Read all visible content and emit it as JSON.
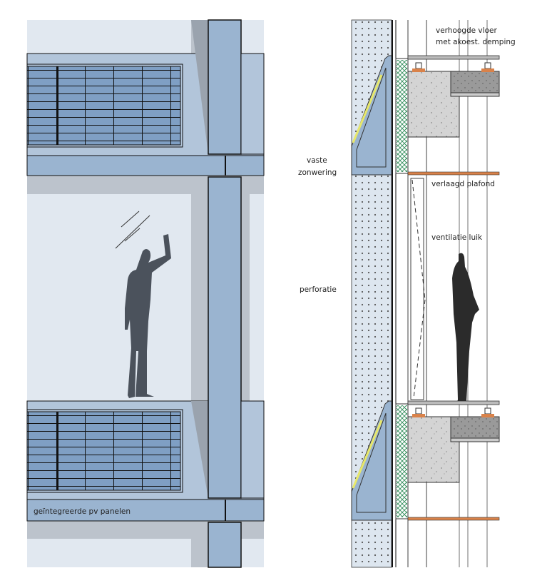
{
  "elevation": {
    "label_pv": "geïntegreerde pv panelen"
  },
  "section": {
    "label_floor_1": "verhoogde vloer",
    "label_floor_2": "met akoest. demping",
    "label_shading_1": "vaste",
    "label_shading_2": "zonwering",
    "label_ceiling": "verlaagd plafond",
    "label_vent": "ventilatie luik",
    "label_perforation": "perforatie"
  },
  "colors": {
    "glass": "#e1e8f0",
    "spandrel": "#b2c5da",
    "column": "#9ab4d0",
    "pv": "#7f9fc4",
    "grey": "#bcc3cc",
    "silhouette": "#4b525c",
    "concrete": "#d2d2d2",
    "insulation": "#2e8b57",
    "accent_orange": "#d9824a",
    "pv_yellow": "#e8e86a"
  }
}
